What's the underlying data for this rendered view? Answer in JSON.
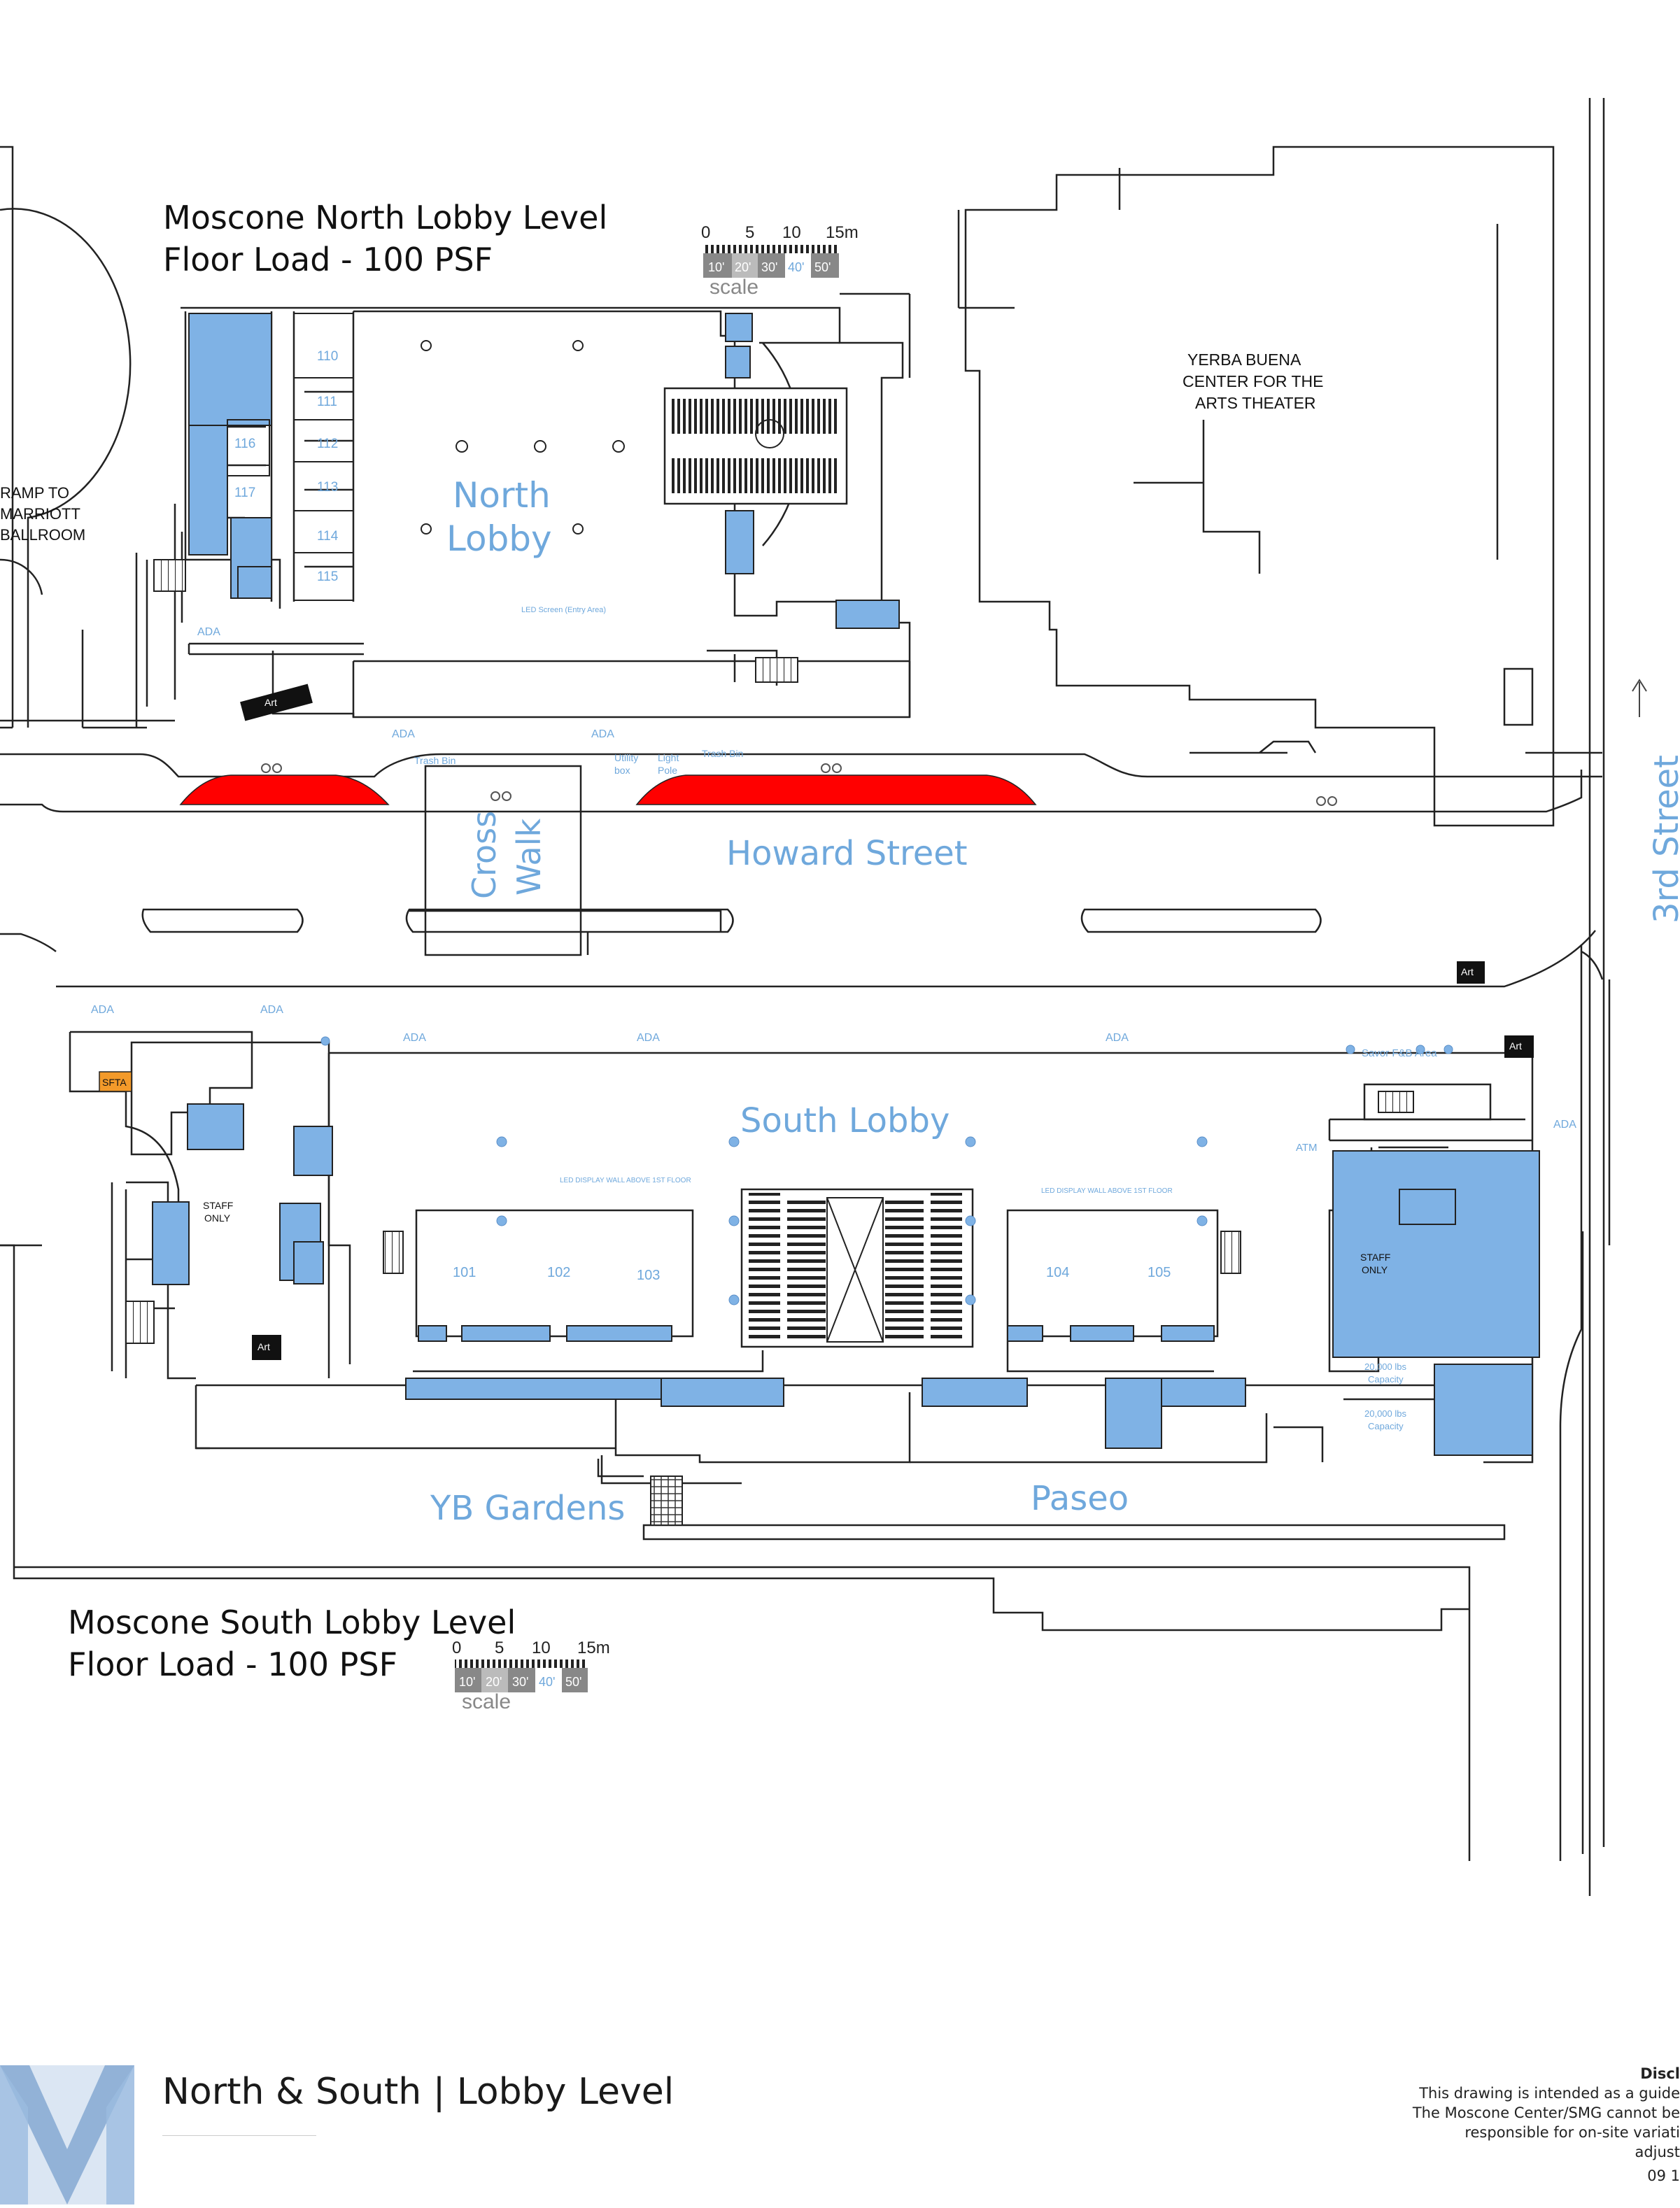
{
  "north": {
    "title_line1": "Moscone North Lobby Level",
    "title_line2": "Floor Load - 100 PSF",
    "scale": {
      "m": [
        "0",
        "5",
        "10",
        "15m"
      ],
      "ft": [
        "10'",
        "20'",
        "30'",
        "40'",
        "50'"
      ],
      "label": "scale"
    },
    "lobby_label": [
      "North",
      "Lobby"
    ],
    "rooms": [
      "110",
      "111",
      "112",
      "113",
      "114",
      "115",
      "116",
      "117"
    ],
    "ramp_label": [
      "RAMP TO",
      "MARRIOTT",
      "BALLROOM"
    ],
    "yerba_label": [
      "YERBA BUENA",
      "CENTER FOR THE",
      "ARTS THEATER"
    ],
    "ada": "ADA",
    "art": "Art",
    "small": {
      "trash_bin": "Trash Bin",
      "utility_box": [
        "Utility",
        "box"
      ],
      "light_pole": [
        "Light",
        "Pole"
      ],
      "led_screen": "LED Screen (Entry Area)"
    }
  },
  "street": {
    "howard": "Howard Street",
    "third": "3rd Street",
    "crosswalk": [
      "Cross",
      "Walk"
    ]
  },
  "south": {
    "title_line1": "Moscone South Lobby Level",
    "title_line2": "Floor Load - 100 PSF",
    "scale": {
      "m": [
        "0",
        "5",
        "10",
        "15m"
      ],
      "ft": [
        "10'",
        "20'",
        "30'",
        "40'",
        "50'"
      ],
      "label": "scale"
    },
    "lobby_label": "South Lobby",
    "rooms": [
      "101",
      "102",
      "103",
      "104",
      "105"
    ],
    "sfta": "SFTA",
    "staff_only": [
      "STAFF",
      "ONLY"
    ],
    "capacity": [
      "20,000 lbs",
      "Capacity"
    ],
    "art": "Art",
    "ada": "ADA",
    "atm": "ATM",
    "savor": "Savor F&B Area",
    "yb_gardens": "YB Gardens",
    "paseo": "Paseo",
    "led_note": "LED DISPLAY WALL ABOVE 1ST FLOOR"
  },
  "footer": {
    "title": "North & South  |  Lobby Level",
    "disclaimer_head": "Discl",
    "disclaimer_lines": [
      "This drawing is intended as a guide",
      "The Moscone Center/SMG cannot be",
      "responsible for on-site variati",
      "adjust"
    ],
    "date": "09 1"
  },
  "colors": {
    "room_blue": "#7fb2e5",
    "label_blue": "#6fa8dc",
    "red_zone": "#ff0000",
    "sfta_orange": "#f39a2a",
    "line": "#222222"
  }
}
